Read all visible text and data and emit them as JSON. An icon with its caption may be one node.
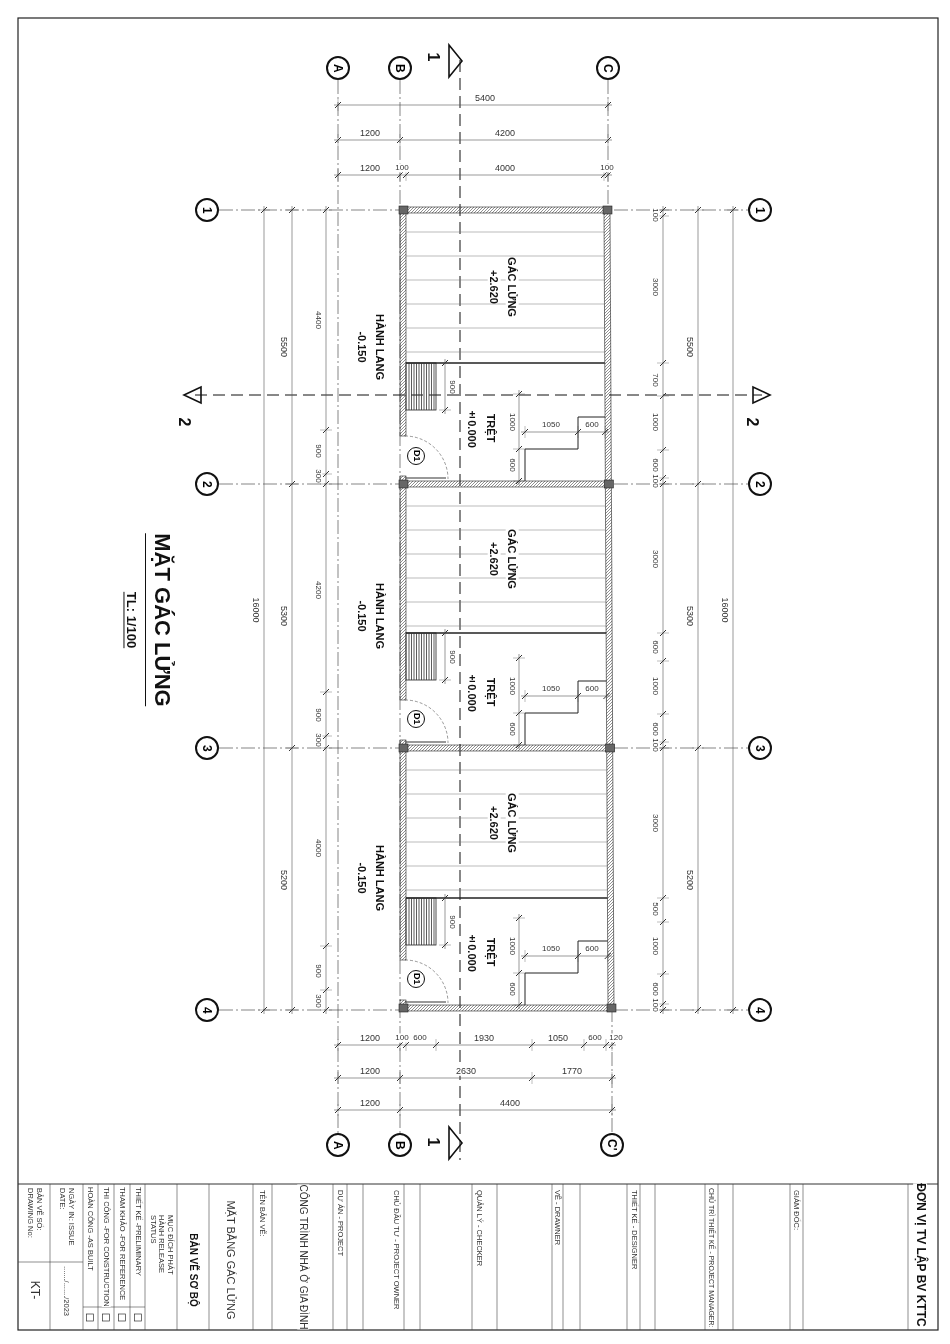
{
  "diagram": {
    "title": "MẶT GÁC LỬNG",
    "nodes": [
      {
        "text": [
          "A"
        ]
      },
      {
        "text": [
          "B"
        ]
      },
      {
        "text": [
          "C"
        ]
      },
      {
        "text": [
          "1"
        ]
      },
      {
        "text": [
          "1"
        ]
      },
      {
        "text": [
          "D1"
        ]
      },
      {
        "text": [
          "2"
        ]
      },
      {
        "text": [
          "2"
        ]
      },
      {
        "text": [
          "D1"
        ]
      },
      {
        "text": [
          "3"
        ]
      },
      {
        "text": [
          "3"
        ]
      },
      {
        "text": [
          "D1"
        ]
      },
      {
        "text": [
          "4"
        ]
      },
      {
        "text": [
          "4"
        ]
      },
      {
        "text": [
          "A"
        ]
      },
      {
        "text": [
          "B"
        ]
      },
      {
        "text": [
          "C'"
        ]
      }
    ],
    "labels": [
      "1",
      "5400",
      "1200",
      "4200",
      "1200",
      "100",
      "4000",
      "100",
      "16000",
      "5500",
      "5300",
      "5200",
      "4400",
      "900",
      "300",
      "4200",
      "900",
      "300",
      "4000",
      "900",
      "300",
      "GÁC LỬNG",
      "+2.620",
      "HÀNH LANG",
      "-0.150",
      "900",
      "±0.000",
      "TRỆT",
      "1000",
      "1050",
      "600",
      "600",
      "2",
      "2",
      "100",
      "3000",
      "700",
      "1000",
      "600",
      "100",
      "5500",
      "16000",
      "TL: 1/100",
      "GÁC LỬNG",
      "+2.620",
      "HÀNH LANG",
      "-0.150",
      "900",
      "±0.000",
      "TRỆT",
      "1000",
      "1050",
      "600",
      "600",
      "3000",
      "600",
      "1000",
      "600",
      "100",
      "5300",
      "GÁC LỬNG",
      "+2.620",
      "HÀNH LANG",
      "-0.150",
      "900",
      "±0.000",
      "TRỆT",
      "1000",
      "1050",
      "600",
      "600",
      "3000",
      "500",
      "1000",
      "600",
      "100",
      "5200",
      "1200",
      "100",
      "600",
      "1930",
      "1050",
      "600",
      "120",
      "1200",
      "2630",
      "1770",
      "1200",
      "4400",
      "1",
      "BẢN VẼ SỐ: DRAWING No:",
      "KT-",
      "NGÀY IN: ISSUE DATE:",
      "......./......./2023",
      "HOÀN CÔNG -AS BUILT",
      "THI CÔNG -FOR CONSTRUCTION",
      "THAM KHẢO -FOR REFERENCE",
      "THIẾT KẾ -PRELIMINARY",
      "MỤC ĐÍCH PHÁT HÀNH RELEASE STATUS",
      "BẢN VẼ SƠ BỘ",
      "MẶT BẰNG GÁC LỬNG",
      "TÊN BẢN VẼ:",
      "CÔNG TRÌNH NHÀ Ở GIA ĐÌNH",
      "DỰ ÁN - PROJECT",
      "CHỦ ĐẦU TƯ - PROJECT OWNER",
      "QUẢN LÝ - CHECKER",
      "VẼ - DRAWNER",
      "THIẾT KẾ - DESIGNER",
      "CHỦ TRÌ THIẾT KẾ - PROJECT MANAGER:",
      "GIÁM ĐỐC:",
      "ĐƠN VỊ TV LẬP BV KTTC"
    ]
  }
}
